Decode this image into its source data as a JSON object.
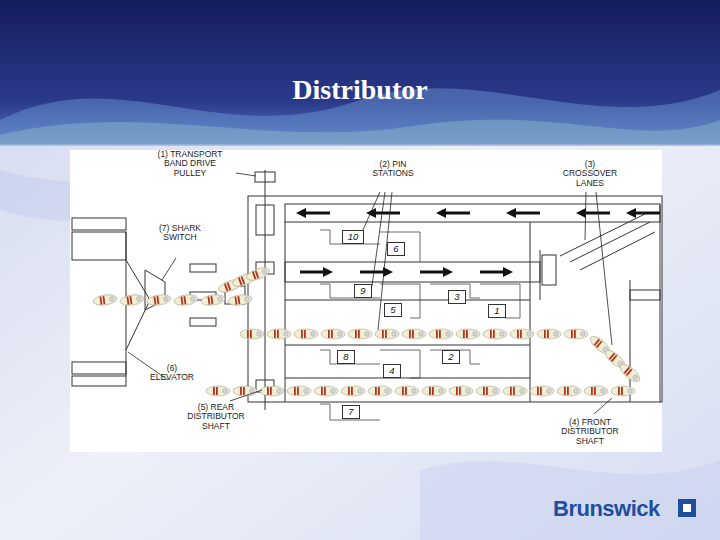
{
  "diagram": {
    "title": "Distributor",
    "nodes": [
      {
        "text": [
          "10"
        ]
      },
      {
        "text": [
          "6"
        ]
      },
      {
        "text": [
          "9"
        ]
      },
      {
        "text": [
          "5"
        ]
      },
      {
        "text": [
          "3"
        ]
      },
      {
        "text": [
          "1"
        ]
      },
      {
        "text": [
          "8"
        ]
      },
      {
        "text": [
          "4"
        ]
      },
      {
        "text": [
          "2"
        ]
      },
      {
        "text": [
          "7"
        ]
      }
    ],
    "labels": [
      "(1) TRANSPORT BAND DRIVE PULLEY",
      "(2) PIN STATIONS",
      "(3) CROSSOVER LANES",
      "(7) SHARK SWITCH",
      "(6) ELEVATOR",
      "(5) REAR DISTRIBUTOR SHAFT",
      "(4) FRONT DISTRIBUTOR SHAFT",
      "Brunswick"
    ]
  }
}
